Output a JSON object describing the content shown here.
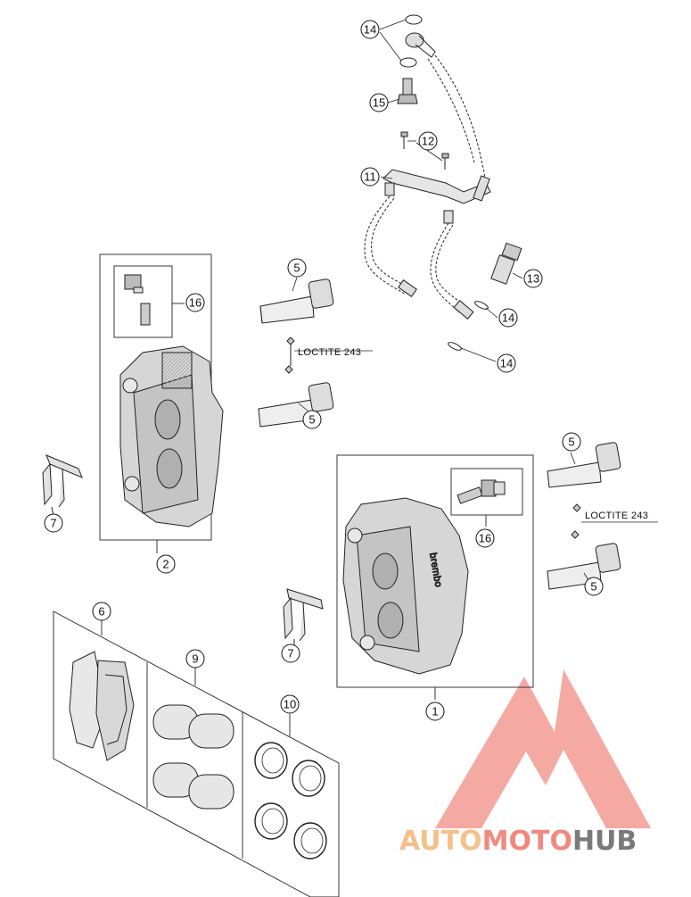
{
  "callouts": {
    "c14a": "14",
    "c15": "15",
    "c12": "12",
    "c11": "11",
    "c13": "13",
    "c14b": "14",
    "c14c": "14",
    "c5a": "5",
    "c5b": "5",
    "c5c": "5",
    "c5d": "5",
    "c16a": "16",
    "c16b": "16",
    "c7a": "7",
    "c7b": "7",
    "c2": "2",
    "c1": "1",
    "c6": "6",
    "c9": "9",
    "c10": "10"
  },
  "notes": {
    "loctite_top": "LOCTITE 243",
    "loctite_right": "LOCTITE 243"
  },
  "caliper_text": {
    "brand": "brembo"
  },
  "watermark": {
    "auto": "AUTO",
    "moto": "MOTO",
    "hub": "HUB",
    "colors": {
      "auto": "#f5c08a",
      "moto": "#f08a80",
      "hub": "#7a7a7a",
      "logo": "#f4a09a"
    }
  }
}
